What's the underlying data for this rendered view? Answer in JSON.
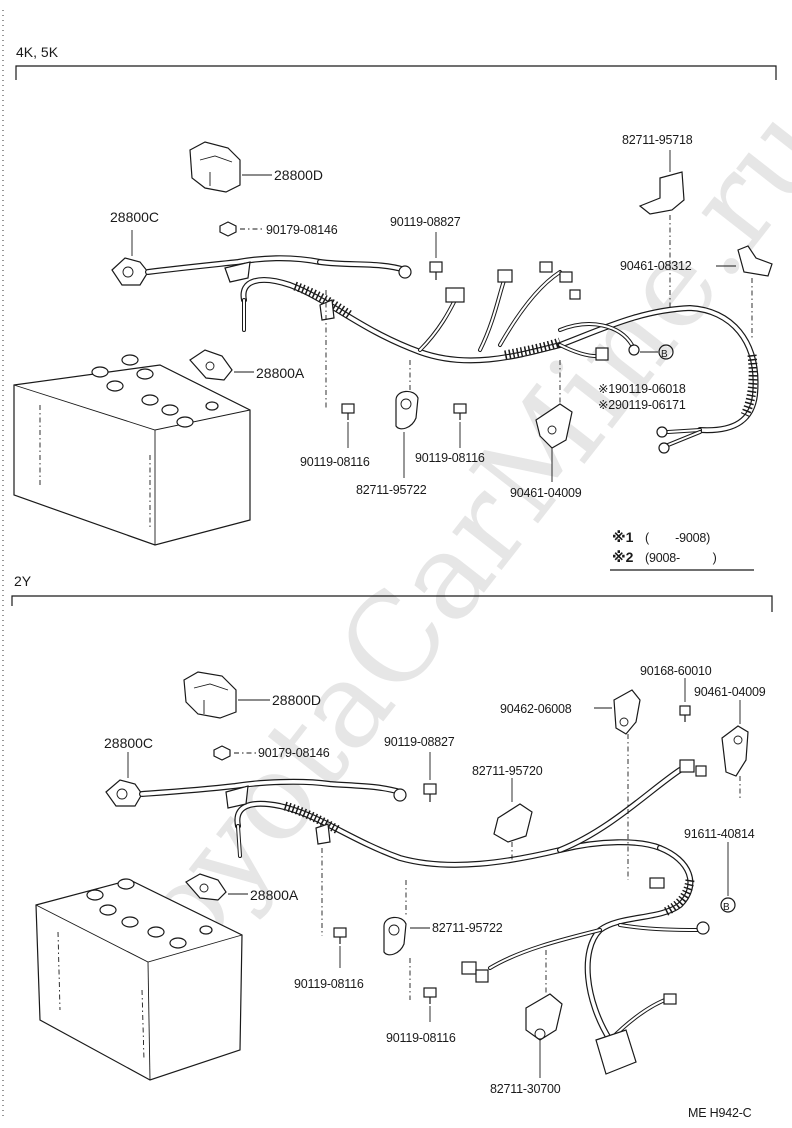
{
  "watermark": "ToyotaCarMine.ru",
  "sections": {
    "top": {
      "title": "4K, 5K"
    },
    "bottom": {
      "title": "2Y"
    }
  },
  "top_labels": {
    "p28800D": "28800D",
    "p28800C": "28800C",
    "p90179": "90179-08146",
    "p90119_08827": "90119-08827",
    "p82711_95718": "82711-95718",
    "p90461_08312": "90461-08312",
    "p28800A": "28800A",
    "marker_b": "B",
    "p90119_06018": "※190119-06018",
    "p90119_06171": "※290119-06171",
    "p90119_08116_left": "90119-08116",
    "p90119_08116_right": "90119-08116",
    "p82711_95722": "82711-95722",
    "p90461_04009": "90461-04009"
  },
  "legend": {
    "row1_mark": "※1",
    "row1_text": "(        -9008)",
    "row2_mark": "※2",
    "row2_text": "(9008-          )"
  },
  "bottom_labels": {
    "p28800D": "28800D",
    "p28800C": "28800C",
    "p90179": "90179-08146",
    "p90119_08827": "90119-08827",
    "p90168": "90168-60010",
    "p90462": "90462-06008",
    "p90461_04009": "90461-04009",
    "p82711_95720": "82711-95720",
    "p91611": "91611-40814",
    "marker_b": "B",
    "p28800A": "28800A",
    "p82711_95722": "82711-95722",
    "p90119_08116_a": "90119-08116",
    "p90119_08116_b": "90119-08116",
    "p82711_30700": "82711-30700"
  },
  "footer": {
    "code": "ME  H942-C"
  }
}
